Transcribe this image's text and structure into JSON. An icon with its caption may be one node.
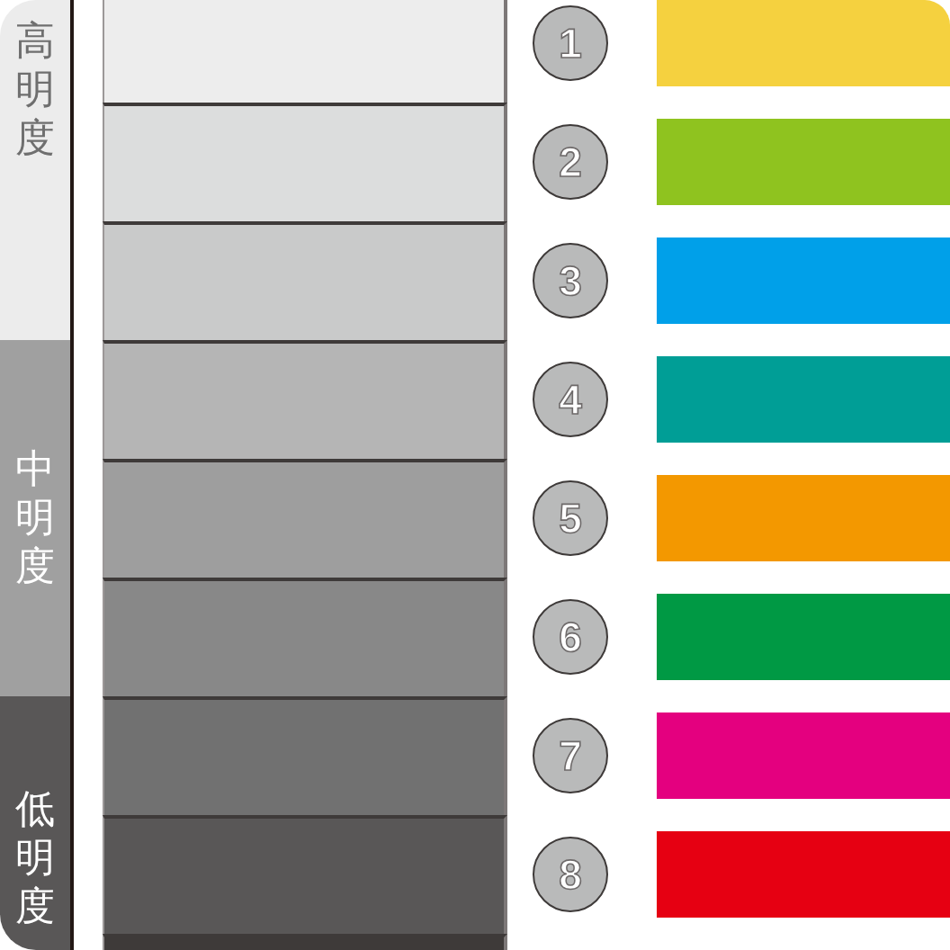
{
  "diagram": {
    "nodes": [
      {
        "text": [
          "高明度"
        ]
      },
      {
        "text": [
          "中明度"
        ]
      },
      {
        "text": [
          "低明度"
        ]
      },
      {
        "text": [
          "1"
        ]
      },
      {
        "text": [
          "2"
        ]
      },
      {
        "text": [
          "3"
        ]
      },
      {
        "text": [
          "4"
        ]
      },
      {
        "text": [
          "5"
        ]
      },
      {
        "text": [
          "6"
        ]
      },
      {
        "text": [
          "7"
        ]
      },
      {
        "text": [
          "8"
        ]
      }
    ]
  }
}
